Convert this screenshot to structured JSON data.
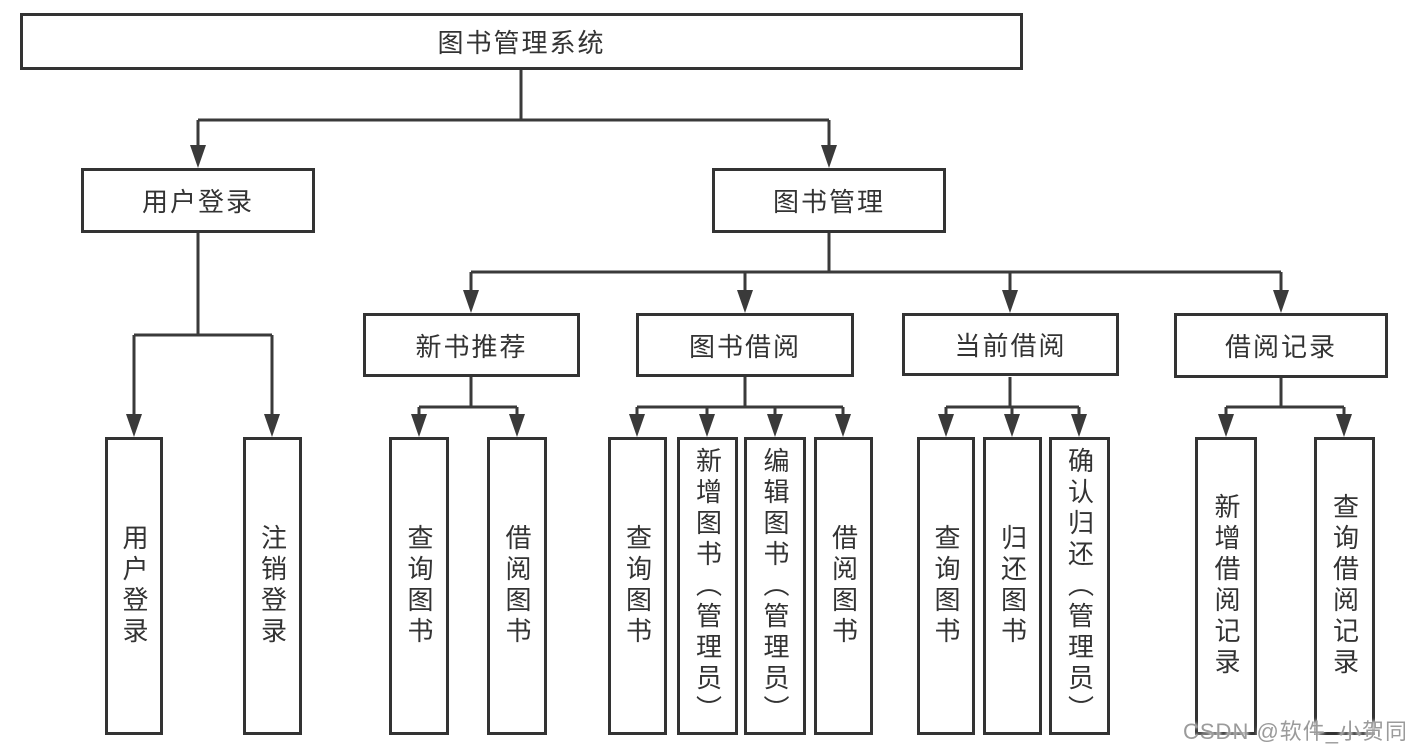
{
  "diagram": {
    "title": "图书管理系统",
    "watermark": "CSDN @软件_小贺同学",
    "colors": {
      "line": "#3a3a3a",
      "box_border": "#333333",
      "box_fill": "#ffffff",
      "text": "#333333",
      "watermark": "#9b9b9b"
    },
    "nodes": {
      "root": {
        "label": "图书管理系统"
      },
      "user_login": {
        "label": "用户登录"
      },
      "book_mgmt": {
        "label": "图书管理"
      },
      "new_book_rec": {
        "label": "新书推荐"
      },
      "book_borrow": {
        "label": "图书借阅"
      },
      "current_borrow": {
        "label": "当前借阅"
      },
      "borrow_records": {
        "label": "借阅记录"
      },
      "leaf_user_login": {
        "label": "用户登录"
      },
      "leaf_logout": {
        "label": "注销登录"
      },
      "leaf_query_book_1": {
        "label": "查询图书"
      },
      "leaf_borrow_book_1": {
        "label": "借阅图书"
      },
      "leaf_query_book_2": {
        "label": "查询图书"
      },
      "leaf_add_book": {
        "label": "新增图书（管理员）"
      },
      "leaf_edit_book": {
        "label": "编辑图书（管理员）"
      },
      "leaf_borrow_book_2": {
        "label": "借阅图书"
      },
      "leaf_query_book_3": {
        "label": "查询图书"
      },
      "leaf_return_book": {
        "label": "归还图书"
      },
      "leaf_confirm_return": {
        "label": "确认归还（管理员）"
      },
      "leaf_add_record": {
        "label": "新增借阅记录"
      },
      "leaf_query_record": {
        "label": "查询借阅记录"
      }
    },
    "hierarchy": {
      "root": [
        "user_login",
        "book_mgmt"
      ],
      "user_login": [
        "leaf_user_login",
        "leaf_logout"
      ],
      "book_mgmt": [
        "new_book_rec",
        "book_borrow",
        "current_borrow",
        "borrow_records"
      ],
      "new_book_rec": [
        "leaf_query_book_1",
        "leaf_borrow_book_1"
      ],
      "book_borrow": [
        "leaf_query_book_2",
        "leaf_add_book",
        "leaf_edit_book",
        "leaf_borrow_book_2"
      ],
      "current_borrow": [
        "leaf_query_book_3",
        "leaf_return_book",
        "leaf_confirm_return"
      ],
      "borrow_records": [
        "leaf_add_record",
        "leaf_query_record"
      ]
    }
  }
}
